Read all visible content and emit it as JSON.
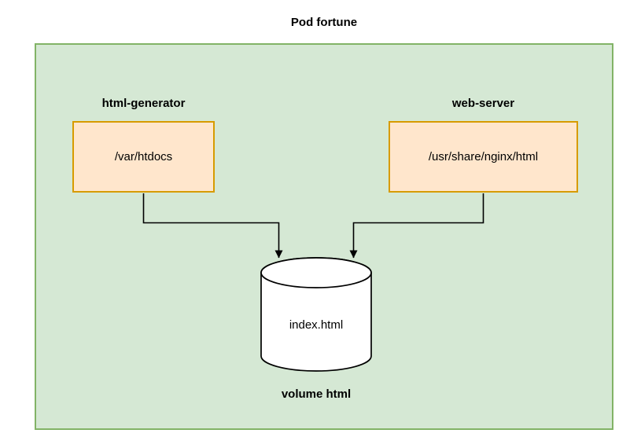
{
  "title": "Pod fortune",
  "pod": {
    "containers": [
      {
        "name": "html-generator",
        "mount_path": "/var/htdocs"
      },
      {
        "name": "web-server",
        "mount_path": "/usr/share/nginx/html"
      }
    ],
    "volume": {
      "content": "index.html",
      "label": "volume html"
    }
  },
  "colors": {
    "pod_fill": "#d5e8d4",
    "pod_stroke": "#82b366",
    "container_fill": "#ffe6cc",
    "container_stroke": "#d79b00",
    "connector": "#000000",
    "cylinder_fill": "#ffffff",
    "cylinder_stroke": "#000000"
  }
}
